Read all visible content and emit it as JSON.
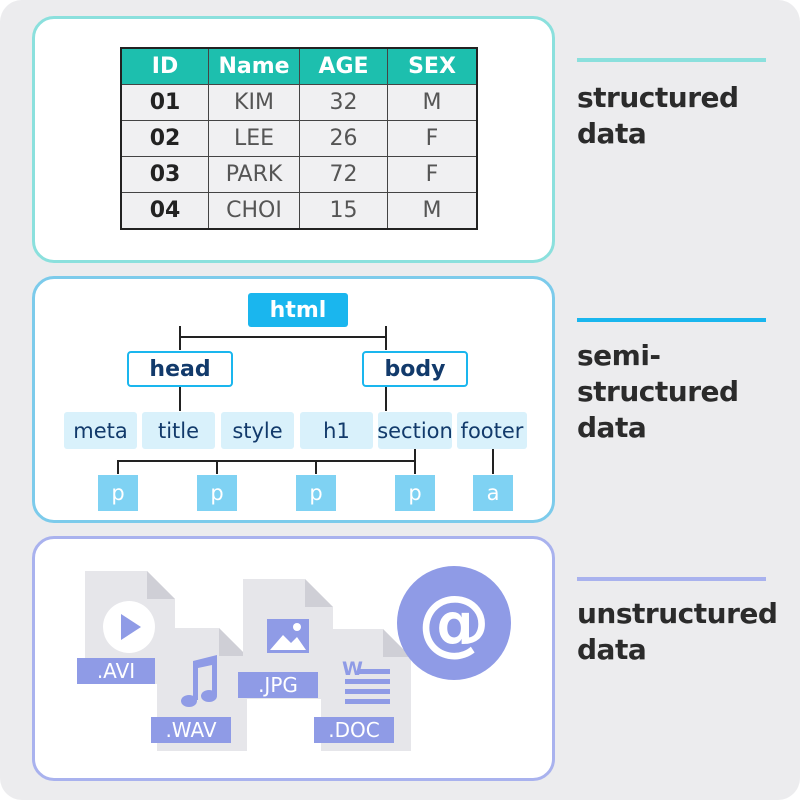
{
  "table": {
    "headers": [
      "ID",
      "Name",
      "AGE",
      "SEX"
    ],
    "rows": [
      [
        "01",
        "KIM",
        "32",
        "M"
      ],
      [
        "02",
        "LEE",
        "26",
        "F"
      ],
      [
        "03",
        "PARK",
        "72",
        "F"
      ],
      [
        "04",
        "CHOI",
        "15",
        "M"
      ]
    ]
  },
  "tree": {
    "root": "html",
    "head": "head",
    "body": "body",
    "head_children": [
      "meta",
      "title",
      "style"
    ],
    "body_children": [
      "h1",
      "section",
      "footer"
    ],
    "leaves": [
      "p",
      "p",
      "p",
      "p",
      "a"
    ]
  },
  "files": {
    "avi": ".AVI",
    "wav": ".WAV",
    "jpg": ".JPG",
    "doc": ".DOC",
    "doc_letter": "W",
    "at_symbol": "@"
  },
  "labels": {
    "structured_line1": "structured",
    "structured_line2": "data",
    "semi_line1": "semi-",
    "semi_line2": "structured",
    "semi_line3": "data",
    "unstructured_line1": "unstructured",
    "unstructured_line2": "data"
  },
  "colors": {
    "teal": "#1dbfae",
    "sky": "#1ab6ee",
    "lavender": "#a9b2ee",
    "dark_text": "#2b2b2b"
  }
}
